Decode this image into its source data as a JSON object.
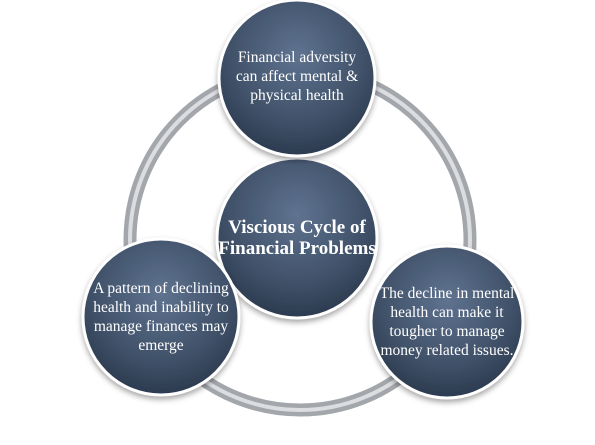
{
  "diagram": {
    "center": {
      "text": "Viscious Cycle of Financial Problems"
    },
    "nodes": [
      {
        "id": "top",
        "text": "Financial adversity can affect mental & physical health"
      },
      {
        "id": "right",
        "text": "The decline in mental health can make it tougher to manage money related issues."
      },
      {
        "id": "left",
        "text": "A pattern of declining health and inability to manage finances may emerge"
      }
    ],
    "colors": {
      "node_fill_light": "#5c6f88",
      "node_fill_dark": "#2b3a4f",
      "ring": "#9fa3a8",
      "ring_highlight": "#d9dadc",
      "text": "#ffffff"
    }
  }
}
